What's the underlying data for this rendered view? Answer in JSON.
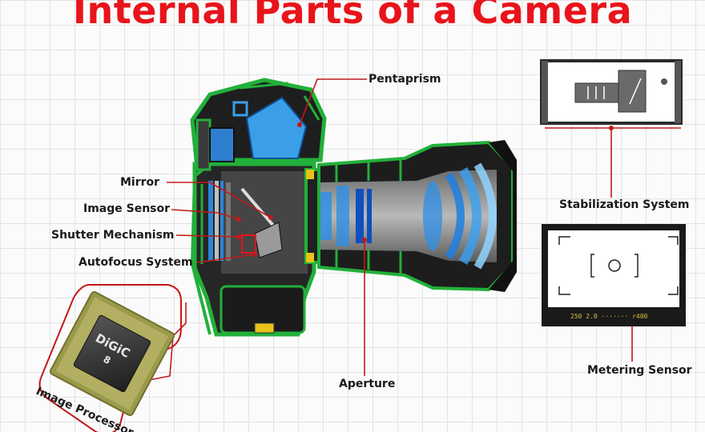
{
  "title": "Internal Parts of a Camera",
  "labels": {
    "pentaprism": "Pentaprism",
    "mirror": "Mirror",
    "image_sensor": "Image Sensor",
    "shutter_mechanism": "Shutter Mechanism",
    "autofocus_system": "Autofocus System",
    "aperture": "Aperture",
    "stabilization_system": "Stabilization System",
    "metering_sensor": "Metering Sensor",
    "image_processor": "Image Processor"
  },
  "chip": {
    "brand": "DiGiC",
    "model": "8"
  },
  "viewfinder_readout": "250  2.0  ·······  r400",
  "colors": {
    "title": "#e8141b",
    "leader_line": "#c21a1a",
    "circuit_green": "#22b03a",
    "body_dark": "#2a2a2a",
    "optic_blue": "#3aa0f0"
  }
}
